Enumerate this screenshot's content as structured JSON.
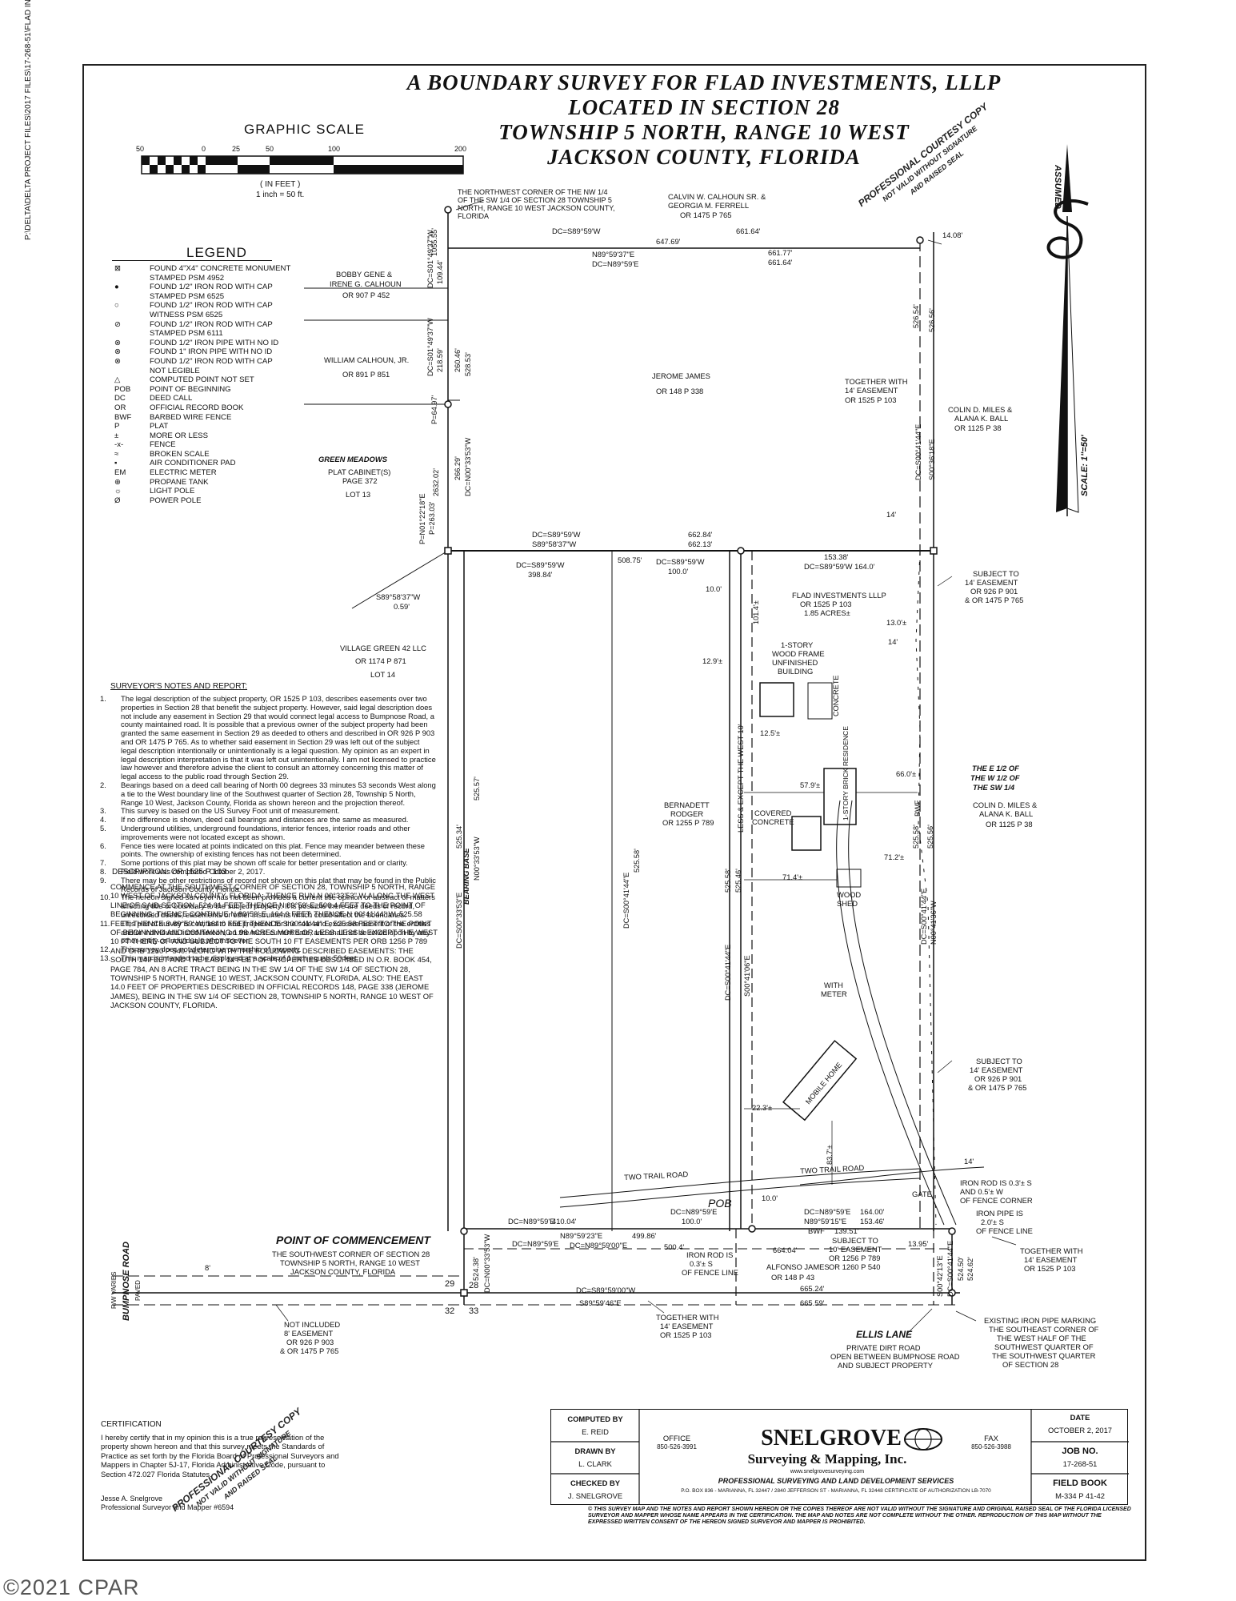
{
  "side_text": "P:\\DELTA\\DELTA PROJECT FILES\\2017 FILES\\17-268-51\\FLAD INVESTMENTS dwg, 10/26/2017 3:10:33 PM, DWG To PDF.pc3, Letter",
  "title": {
    "line1": "A BOUNDARY SURVEY FOR FLAD INVESTMENTS, LLLP",
    "line2": "LOCATED IN SECTION 28",
    "line3": "TOWNSHIP 5 NORTH, RANGE 10 WEST",
    "line4": "JACKSON COUNTY, FLORIDA"
  },
  "graphic_scale": {
    "title": "GRAPHIC SCALE",
    "ticks": [
      "50",
      "0",
      "25",
      "50",
      "100",
      "200"
    ],
    "units": "( IN FEET )",
    "ratio": "1 inch = 50 ft."
  },
  "legend": {
    "title": "LEGEND",
    "items": [
      {
        "sym": "⊠",
        "text": "FOUND 4\"X4\" CONCRETE MONUMENT"
      },
      {
        "sym": "",
        "text": "STAMPED PSM 4952"
      },
      {
        "sym": "●",
        "text": "FOUND 1/2\" IRON ROD WITH CAP"
      },
      {
        "sym": "",
        "text": "STAMPED PSM 6525"
      },
      {
        "sym": "○",
        "text": "FOUND 1/2\" IRON ROD WITH CAP"
      },
      {
        "sym": "",
        "text": "WITNESS PSM 6525"
      },
      {
        "sym": "⊘",
        "text": "FOUND 1/2\" IRON ROD WITH CAP"
      },
      {
        "sym": "",
        "text": "STAMPED PSM 6111"
      },
      {
        "sym": "⊗",
        "text": "FOUND 1/2\" IRON PIPE WITH NO ID"
      },
      {
        "sym": "⊗",
        "text": "FOUND 1\" IRON PIPE WITH NO ID"
      },
      {
        "sym": "⊗",
        "text": "FOUND 1/2\" IRON ROD WITH CAP"
      },
      {
        "sym": "",
        "text": "NOT LEGIBLE"
      },
      {
        "sym": "△",
        "text": "COMPUTED POINT NOT SET"
      },
      {
        "sym": "POB",
        "text": "POINT OF BEGINNING"
      },
      {
        "sym": "DC",
        "text": "DEED CALL"
      },
      {
        "sym": "OR",
        "text": "OFFICIAL RECORD BOOK"
      },
      {
        "sym": "BWF",
        "text": "BARBED WIRE FENCE"
      },
      {
        "sym": "P",
        "text": "PLAT"
      },
      {
        "sym": "±",
        "text": "MORE OR LESS"
      },
      {
        "sym": "-x-",
        "text": "FENCE"
      },
      {
        "sym": "≈",
        "text": "BROKEN SCALE"
      },
      {
        "sym": "▪",
        "text": "AIR CONDITIONER PAD"
      },
      {
        "sym": "EM",
        "text": "ELECTRIC METER"
      },
      {
        "sym": "⊕",
        "text": "PROPANE TANK"
      },
      {
        "sym": "☼",
        "text": "LIGHT POLE"
      },
      {
        "sym": "Ø",
        "text": "POWER POLE"
      }
    ]
  },
  "notes": {
    "heading": "SURVEYOR'S NOTES AND REPORT:",
    "items": [
      {
        "num": "1.",
        "text": "The legal description of the subject property, OR 1525 P 103, describes easements over two properties in Section 28 that benefit the subject property. However, said legal description does not include any easement in Section 29 that would connect legal access to Bumpnose Road, a county maintained road. It is possible that a previous owner of the subject property had been granted the same easement in Section 29 as deeded to others and described in OR 926 P 903 and OR 1475 P 765. As to whether said easement in Section 29 was left out of the subject legal description intentionally or unintentionally is a legal question. My opinion as an expert in legal description interpretation is that it was left out unintentionally. I am not licensed to practice law however and therefore advise the client to consult an attorney concerning this matter of legal access to the public road through Section 29."
      },
      {
        "num": "2.",
        "text": "Bearings based on a deed call bearing of North 00 degrees 33 minutes 53 seconds West along a tie to the West boundary line of the Southwest quarter of Section 28, Township 5 North, Range 10 West, Jackson County, Florida as shown hereon and the projection thereof."
      },
      {
        "num": "3.",
        "text": "This survey is based on the US Survey Foot unit of measurement."
      },
      {
        "num": "4.",
        "text": "If no difference is shown, deed call bearings and distances are the same as measured."
      },
      {
        "num": "5.",
        "text": "Underground utilities, underground foundations, interior fences, interior roads and other improvements were not located except as shown."
      },
      {
        "num": "6.",
        "text": "Fence ties were located at points indicated on this plat. Fence may meander between these points. The ownership of existing fences has not been determined."
      },
      {
        "num": "7.",
        "text": "Some portions of this plat may be shown off scale for better presentation and or clarity."
      },
      {
        "num": "8.",
        "text": "Field work was completed October 2, 2017."
      },
      {
        "num": "9.",
        "text": "There may be other restrictions of record not shown on this plat that may be found in the Public Records of Jackson County, Florida."
      },
      {
        "num": "10.",
        "text": "The hereon signed surveyor has not been provided a current title opinion or abstract of matters affecting title or boundary to the subject property. It is possible there are deeds of record, unrecorded deeds, easements or other instruments which could affect the boundaries."
      },
      {
        "num": "11.",
        "text": "This plat of survey is certified to and prepared for the sole and exclusive benefit of the entities and/or individuals listed hereon, on the most current date, and shall not be relied upon by any other entity or individuals whomsoever."
      },
      {
        "num": "12.",
        "text": "This survey does not determine ownership of property."
      },
      {
        "num": "13.",
        "text": "This map is intended to be displayed at a scale of 1 inch equals 50 feet."
      }
    ]
  },
  "description": {
    "heading": "DESCRIPTION: OR 1525 P 103",
    "text": "COMMENCE AT THE SOUTHWEST CORNER OF SECTION 28, TOWNSHIP 5 NORTH, RANGE 10 WEST OF JACKSON COUNTY, FLORIDA; THENCE RUN N 00°33'53\" W ALONG THE WEST LINE OF SAID SECTION, 524.61 FEET; THENCE N 89°59' E, 500.4 FEET TO THE POINT OF BEGINNING; THENCE CONTINUE N 89°59' E, 164.0 FEET; THENCE N 00°41'44\" W, 525.58 FEET; THENCE S 89°59' W, 164.0 FEET; THENCE S 00°41'44\" E, 525.58 FEET TO THE POINT OF BEGINNING AND CONTAINING 1.98 ACRES MORE OR LESS. LESS & EXCEPT THE WEST 10 FT THERE-OF AND SUBJECT TO THE SOUTH 10 FT EASEMENTS PER ORB 1256 P 789 AND ORB 1260 P 540. ALONG WITH THE FOLLOWING DESCRIBED EASEMENTS: THE SOUTH 14 FEET AND THE EAST 14 FEET OF PROPERTIES DESCRIBED IN O.R. BOOK 454, PAGE 784, AN 8 ACRE TRACT BEING IN THE SW 1/4 OF THE SW 1/4 OF SECTION 28, TOWNSHIP 5 NORTH, RANGE 10 WEST, JACKSON COUNTY, FLORIDA. ALSO: THE EAST 14.0 FEET OF PROPERTIES DESCRIBED IN OFFICIAL RECORDS 148, PAGE 338 (JEROME JAMES), BEING IN THE SW 1/4 OF SECTION 28, TOWNSHIP 5 NORTH, RANGE 10 WEST OF JACKSON COUNTY, FLORIDA."
  },
  "certification": {
    "heading": "CERTIFICATION",
    "text": "I hereby certify that in my opinion this is a true representation of the property shown hereon and that this survey meets the Standards of Practice as set forth by the Florida Board of Professional Surveyors and Mappers in Chapter 5J-17, Florida Administrative Code, pursuant to Section 472.027 Florida Statutes.",
    "signer": "Jesse A. Snelgrove",
    "signer_title": "Professional Surveyor and Mapper #6594"
  },
  "stamps": {
    "courtesy1": "PROFESSIONAL COURTESY COPY",
    "courtesy2": "NOT VALID WITHOUT SIGNATURE",
    "courtesy3": "AND RAISED SEAL"
  },
  "north": {
    "label": "ASSUMED",
    "scale": "SCALE: 1\"=50'"
  },
  "map_labels": {
    "nw_corner": "THE NORTHWEST CORNER OF THE NW 1/4 OF THE SW 1/4 OF SECTION 28 TOWNSHIP 5 NORTH, RANGE 10 WEST JACKSON COUNTY, FLORIDA",
    "calhoun_sr": "CALVIN W. CALHOUN SR. &",
    "ferrell": "GEORGIA M. FERRELL",
    "calhoun_sr_or": "OR 1475 P 765",
    "dc_top": "DC=S89°59'W",
    "dist_661_64a": "661.64'",
    "dist_647": "647.69'",
    "brg_top": "N89°59'37\"E",
    "dc_top2": "DC=N89°59'E",
    "dist_661_77": "661.77'",
    "dist_661_64b": "661.64'",
    "dist_14_08": "14.08'",
    "dist_1055": "1055.55'",
    "bobby": "BOBBY GENE &",
    "irene": "IRENE G. CALHOUN",
    "bobby_or": "OR 907 P 452",
    "william": "WILLIAM CALHOUN, JR.",
    "william_or": "OR 891 P 851",
    "jerome": "JEROME JAMES",
    "jerome_or": "OR 148 P 338",
    "together1": "TOGETHER WITH",
    "together1b": "14' EASEMENT",
    "together1_or": "OR 1525 P 103",
    "colin1": "COLIN D. MILES &",
    "alana1": "ALANA K. BALL",
    "colin1_or": "OR 1125 P 38",
    "green_meadows": "GREEN MEADOWS",
    "plat_cab": "PLAT CABINET(S)",
    "page372": "PAGE 372",
    "lot13": "LOT 13",
    "dc_mid": "DC=S89°59'W",
    "dist_662_84": "662.84'",
    "brg_mid": "S89°58'37\"W",
    "dist_662_13": "662.13'",
    "dist_153": "153.38'",
    "dc_153": "DC=S89°59'W 164.0'",
    "dc_398": "DC=S89°59'W",
    "dist_398": "398.84'",
    "dist_508": "508.75'",
    "dc_100a": "DC=S89°59'W",
    "dist_100a": "100.0'",
    "brg_059": "S89°58'37\"W",
    "dist_059": "0.59'",
    "dist_10a": "10.0'",
    "flad": "FLAD INVESTMENTS LLLP",
    "flad_or": "OR 1525 P 103",
    "flad_ac": "1.85 ACRES±",
    "subject1": "SUBJECT TO",
    "subject1b": "14' EASEMENT",
    "subject1_or1": "OR 926 P 901",
    "subject1_or2": "& OR 1475 P 765",
    "dist_13": "13.0'±",
    "dist_14a": "14'",
    "dist_14b": "14'",
    "village": "VILLAGE GREEN 42 LLC",
    "village_or": "OR 1174 P 871",
    "lot14": "LOT 14",
    "bldg1": "1-STORY",
    "bldg2": "WOOD FRAME",
    "bldg3": "UNFINISHED",
    "bldg4": "BUILDING",
    "concrete": "CONCRETE",
    "dist_12_9": "12.9'±",
    "dist_12_5": "12.5'±",
    "less_except": "LESS & EXCEPT THE WEST 10'",
    "bernadett": "BERNADETT",
    "rodger": "RODGER",
    "rodger_or": "OR 1255 P 789",
    "covered": "COVERED",
    "covered2": "CONCRETE",
    "dist_57_9": "57.9'±",
    "res": "1-STORY BRICK RESIDENCE",
    "dist_66": "66.0'±",
    "e_half1": "THE E 1/2 OF",
    "e_half2": "THE W 1/2 OF",
    "e_half3": "THE SW 1/4",
    "colin2": "COLIN D. MILES &",
    "alana2": "ALANA K. BALL",
    "colin2_or": "OR 1125 P 38",
    "dist_71_2": "71.2'±",
    "dist_71_4": "71.4'±",
    "wood_shed": "WOOD",
    "wood_shed2": "SHED",
    "with_meter": "WITH",
    "with_meter2": "METER",
    "mobile": "MOBILE HOME",
    "subject2": "SUBJECT TO",
    "subject2b": "14' EASEMENT",
    "subject2_or1": "OR 926 P 901",
    "subject2_or2": "& OR 1475 P 765",
    "dist_22_3": "22.3'±",
    "dist_83_7": "83.7'±",
    "two_trail1": "TWO TRAIL ROAD",
    "two_trail2": "TWO TRAIL ROAD",
    "pob": "POB",
    "dist_10b": "10.0'",
    "dist_14c": "14'",
    "dc_410": "DC=N89°59'E",
    "dist_410": "410.04'",
    "dc_100b": "DC=N89°59'E",
    "dist_100b": "100.0'",
    "dc_164": "DC=N89°59'E",
    "dist_164": "164.00'",
    "brg_153": "N89°59'15\"E",
    "dist_153b": "153.46'",
    "bwf": "BWF",
    "dist_139": "139.51'",
    "brg_499": "N89°59'23\"E",
    "dist_499": "499.86'",
    "dc_499": "DC=N89°59'E",
    "dc_500": "DC=N89°59'00\"E",
    "dist_500_4": "500.4'",
    "iron_rod1": "IRON ROD IS",
    "iron_rod1b": "0.3'± S",
    "iron_rod1c": "OF FENCE LINE",
    "alfonso": "ALFONSO JAMES",
    "alfonso_or": "OR 148 P 43",
    "dist_664": "664.04'",
    "subject3": "SUBJECT TO",
    "subject3b": "10' EASEMENT",
    "subject3_or1": "OR 1256 P 789",
    "subject3_or2": "OR 1260 P 540",
    "dist_13_95": "13.95'",
    "iron_rod2": "IRON ROD IS 0.3'± S",
    "iron_rod2b": "AND 0.5'± W",
    "iron_rod2c": "OF FENCE CORNER",
    "iron_pipe": "IRON PIPE IS",
    "iron_pipe2": "2.0'± S",
    "iron_pipe3": "OF FENCE LINE",
    "gate": "GATE",
    "together2": "TOGETHER WITH",
    "together2b": "14' EASEMENT",
    "together2_or": "OR 1525 P 103",
    "dist_524_50": "524.50'",
    "dist_524_62": "524.62'",
    "poc": "POINT OF COMMENCEMENT",
    "poc2": "THE SOUTHWEST CORNER OF SECTION 28",
    "poc3": "TOWNSHIP 5 NORTH, RANGE 10 WEST",
    "poc4": "JACKSON COUNTY, FLORIDA",
    "dist_524_38": "524.38'",
    "sec29": "29",
    "sec28": "28",
    "sec32": "32",
    "sec33": "33",
    "dc_665": "DC=S89°59'00\"W",
    "dist_665_24": "665.24'",
    "brg_665": "S89°59'46\"E",
    "dist_665_59": "665.59'",
    "dist_8": "8'",
    "rw": "R/W VARIES",
    "bumpnose": "BUMPNOSE ROAD",
    "paved": "PAVED",
    "not_incl": "NOT INCLUDED",
    "not_incl2": "8' EASEMENT",
    "not_incl_or1": "OR 926 P 903",
    "not_incl_or2": "& OR 1475 P 765",
    "together3": "TOGETHER WITH",
    "together3b": "14' EASEMENT",
    "together3_or": "OR 1525 P 103",
    "ellis": "ELLIS LANE",
    "ellis2": "PRIVATE DIRT ROAD",
    "ellis3": "OPEN BETWEEN BUMPNOSE ROAD",
    "ellis4": "AND SUBJECT PROPERTY",
    "existing_pipe": "EXISTING IRON PIPE MARKING",
    "existing_pipe2": "THE SOUTHEAST CORNER OF",
    "existing_pipe3": "THE WEST HALF OF THE",
    "existing_pipe4": "SOUTHWEST QUARTER OF",
    "existing_pipe5": "THE SOUTHWEST QUARTER",
    "existing_pipe6": "OF SECTION 28",
    "v_dc1": "DC=S01°49'37\"W",
    "v_109": "109.44'",
    "v_dc2": "DC=S01°49'37\"W",
    "v_218": "218.59'",
    "v_260": "260.46'",
    "v_528": "528.53'",
    "v_p64": "P=64.97'",
    "v_266": "266.29'",
    "v_dcn": "DC=N00°33'53\"W",
    "v_2632": "2632.02'",
    "v_p0122": "P=N01°22'18\"E",
    "v_p263": "P=263.03'",
    "v_526_54": "526.54'",
    "v_526_56": "526.56'",
    "v_dc_east": "DC=S00°41'44\"E",
    "v_east_brg": "S00°36'18\"E",
    "v_bearing_base": "BEARING BASE",
    "v_n0033": "N00°33'53\"W",
    "v_525_57": "525.57'",
    "v_525_34": "525.34'",
    "v_dc_w2": "DC=S00°33'53\"E",
    "v_dc_c": "DC=S00°41'44\"E",
    "v_525_58": "525.58'",
    "v_101": "101.4'±",
    "v_525_58b": "525.58'",
    "v_525_46": "525.46'",
    "v_dc_e1": "DC=S00°41'44\"E",
    "v_s004106": "S00°41'06\"E",
    "v_525_58c": "525.58'",
    "v_525_56": "525.56'",
    "v_bwf": "BWF",
    "v_dc_e2": "DC=S00°41'44\"E",
    "v_n0041": "N00°41'36\"W",
    "v_dc_bot": "DC=N00°33'53\"W",
    "v_dc_se": "DC=S00°41'44\"E",
    "v_s0042": "S00°42'13\"E"
  },
  "title_block": {
    "computed_by": "COMPUTED BY",
    "computed_name": "E. REID",
    "drawn_by": "DRAWN BY",
    "drawn_name": "L. CLARK",
    "checked_by": "CHECKED BY",
    "checked_name": "J. SNELGROVE",
    "office": "OFFICE",
    "office_ph": "850-526-3991",
    "company1": "SNELGROVE",
    "company2": "Surveying & Mapping, Inc.",
    "website": "www.snelgrovesurveying.com",
    "fax": "FAX",
    "fax_ph": "850-526-3988",
    "services": "PROFESSIONAL SURVEYING AND LAND DEVELOPMENT SERVICES",
    "address": "P.O. BOX 836 - MARIANNA, FL 32447 / 2840 JEFFERSON ST - MARIANNA, FL 32448   CERTIFICATE OF AUTHORIZATION LB-7070",
    "date_label": "DATE",
    "date": "OCTOBER 2, 2017",
    "job_label": "JOB NO.",
    "job": "17-268-51",
    "field_label": "FIELD BOOK",
    "field": "M-334 P 41-42"
  },
  "disclaimer": "© THIS SURVEY MAP AND THE NOTES AND REPORT SHOWN HEREON OR THE COPIES THEREOF ARE NOT VALID WITHOUT THE SIGNATURE AND ORIGINAL RAISED SEAL OF THE FLORIDA LICENSED SURVEYOR AND MAPPER WHOSE NAME APPEARS IN THE CERTIFICATION. THE MAP AND NOTES ARE NOT COMPLETE WITHOUT THE OTHER. REPRODUCTION OF THIS MAP WITHOUT THE EXPRESSED WRITTEN CONSENT OF THE HEREON SIGNED SURVEYOR AND MAPPER IS PROHIBITED.",
  "watermark": "©2021 CPAR"
}
